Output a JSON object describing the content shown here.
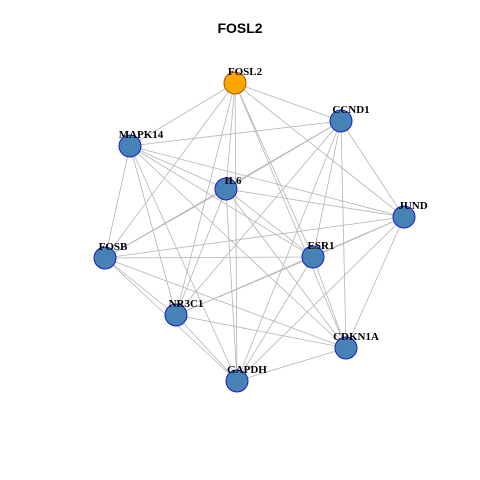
{
  "title": "FOSL2",
  "colors": {
    "edge": "#b4b4b4",
    "node_fill": "#4682b4",
    "node_stroke": "#1c1ccc",
    "focus_fill": "#ffa500",
    "focus_stroke": "#a05a00",
    "label": "#000000"
  },
  "nodes": [
    {
      "id": "FOSL2",
      "label": "FOSL2",
      "focus": true
    },
    {
      "id": "CCND1",
      "label": "CCND1",
      "focus": false
    },
    {
      "id": "MAPK14",
      "label": "MAPK14",
      "focus": false
    },
    {
      "id": "IL6",
      "label": "IL6",
      "focus": false
    },
    {
      "id": "JUND",
      "label": "JUND",
      "focus": false
    },
    {
      "id": "FOSB",
      "label": "FOSB",
      "focus": false
    },
    {
      "id": "ESR1",
      "label": "ESR1",
      "focus": false
    },
    {
      "id": "NR3C1",
      "label": "NR3C1",
      "focus": false
    },
    {
      "id": "CDKN1A",
      "label": "CDKN1A",
      "focus": false
    },
    {
      "id": "GAPDH",
      "label": "GAPDH",
      "focus": false
    }
  ],
  "edges": [
    [
      "FOSL2",
      "CCND1"
    ],
    [
      "FOSL2",
      "MAPK14"
    ],
    [
      "FOSL2",
      "IL6"
    ],
    [
      "FOSL2",
      "JUND"
    ],
    [
      "FOSL2",
      "FOSB"
    ],
    [
      "FOSL2",
      "ESR1"
    ],
    [
      "FOSL2",
      "NR3C1"
    ],
    [
      "FOSL2",
      "CDKN1A"
    ],
    [
      "FOSL2",
      "GAPDH"
    ],
    [
      "CCND1",
      "MAPK14"
    ],
    [
      "CCND1",
      "IL6"
    ],
    [
      "CCND1",
      "JUND"
    ],
    [
      "CCND1",
      "FOSB"
    ],
    [
      "CCND1",
      "ESR1"
    ],
    [
      "CCND1",
      "NR3C1"
    ],
    [
      "CCND1",
      "CDKN1A"
    ],
    [
      "CCND1",
      "GAPDH"
    ],
    [
      "MAPK14",
      "IL6"
    ],
    [
      "MAPK14",
      "JUND"
    ],
    [
      "MAPK14",
      "FOSB"
    ],
    [
      "MAPK14",
      "ESR1"
    ],
    [
      "MAPK14",
      "NR3C1"
    ],
    [
      "MAPK14",
      "CDKN1A"
    ],
    [
      "MAPK14",
      "GAPDH"
    ],
    [
      "IL6",
      "JUND"
    ],
    [
      "IL6",
      "FOSB"
    ],
    [
      "IL6",
      "ESR1"
    ],
    [
      "IL6",
      "NR3C1"
    ],
    [
      "IL6",
      "CDKN1A"
    ],
    [
      "IL6",
      "GAPDH"
    ],
    [
      "JUND",
      "FOSB"
    ],
    [
      "JUND",
      "ESR1"
    ],
    [
      "JUND",
      "NR3C1"
    ],
    [
      "JUND",
      "CDKN1A"
    ],
    [
      "JUND",
      "GAPDH"
    ],
    [
      "FOSB",
      "ESR1"
    ],
    [
      "FOSB",
      "NR3C1"
    ],
    [
      "FOSB",
      "CDKN1A"
    ],
    [
      "FOSB",
      "GAPDH"
    ],
    [
      "ESR1",
      "NR3C1"
    ],
    [
      "ESR1",
      "CDKN1A"
    ],
    [
      "ESR1",
      "GAPDH"
    ],
    [
      "NR3C1",
      "CDKN1A"
    ],
    [
      "NR3C1",
      "GAPDH"
    ],
    [
      "CDKN1A",
      "GAPDH"
    ]
  ]
}
